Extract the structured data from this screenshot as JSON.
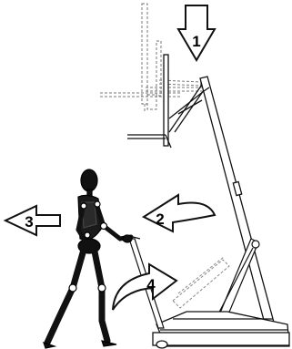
{
  "diagram": {
    "steps": [
      {
        "number": "1",
        "direction": "down"
      },
      {
        "number": "2",
        "direction": "curve-left"
      },
      {
        "number": "3",
        "direction": "left"
      },
      {
        "number": "4",
        "direction": "curve-up-right"
      }
    ]
  }
}
